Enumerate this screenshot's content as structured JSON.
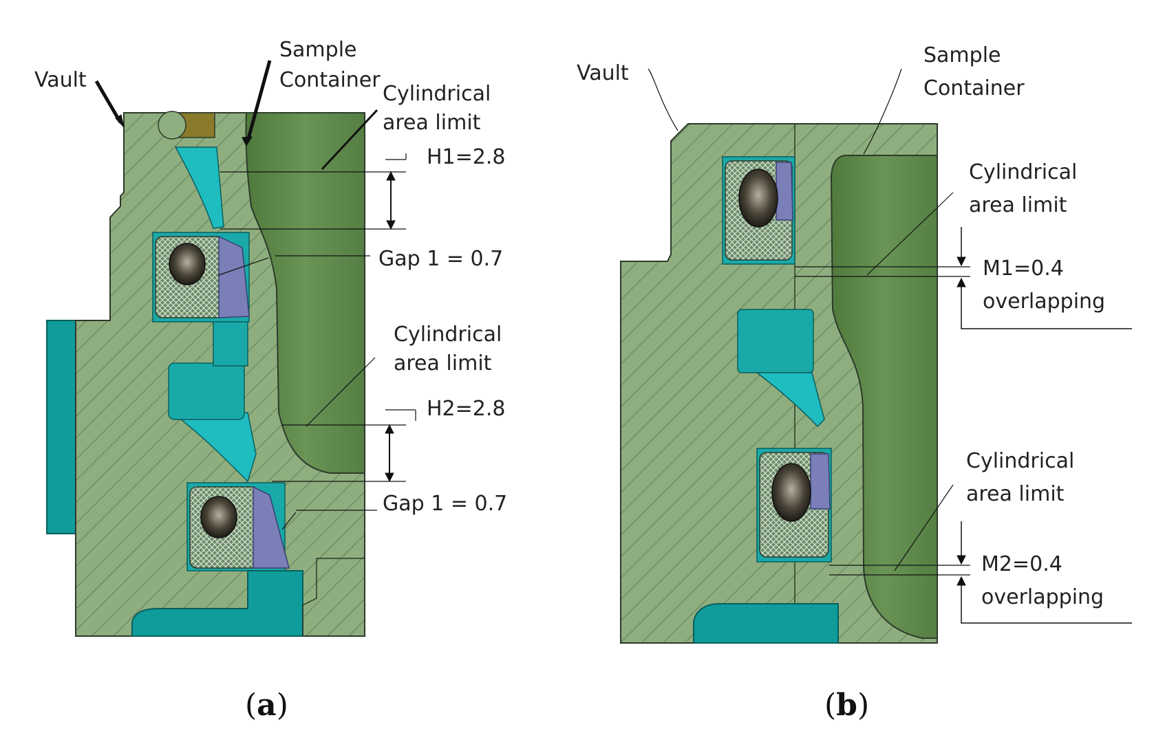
{
  "panel_a": {
    "labels": {
      "vault": "Vault",
      "sample_container_1": "Sample",
      "sample_container_2": "Container",
      "cyl_limit_top_1": "Cylindrical",
      "cyl_limit_top_2": "area limit",
      "h1": "H1=2.8",
      "gap_top": "Gap 1 = 0.7",
      "cyl_limit_mid_1": "Cylindrical",
      "cyl_limit_mid_2": "area limit",
      "h2": "H2=2.8",
      "gap_bottom": "Gap 1 = 0.7"
    },
    "caption": {
      "open": "(",
      "letter": "a",
      "close": ")"
    }
  },
  "panel_b": {
    "labels": {
      "vault": "Vault",
      "sample_container_1": "Sample",
      "sample_container_2": "Container",
      "cyl_limit_top_1": "Cylindrical",
      "cyl_limit_top_2": "area limit",
      "m1": "M1=0.4",
      "m1_sub": "overlapping",
      "cyl_limit_bottom_1": "Cylindrical",
      "cyl_limit_bottom_2": "area limit",
      "m2": "M2=0.4",
      "m2_sub": "overlapping"
    },
    "caption": {
      "open": "(",
      "letter": "b",
      "close": ")"
    }
  },
  "colors": {
    "hatch_body": "#8fae7f",
    "cavity": "#5f8a4a",
    "cyan": "#0f9c9a",
    "light_cyan": "#1fbcc0",
    "seal": "#7a7fb8",
    "outline": "#2d3a2a"
  }
}
